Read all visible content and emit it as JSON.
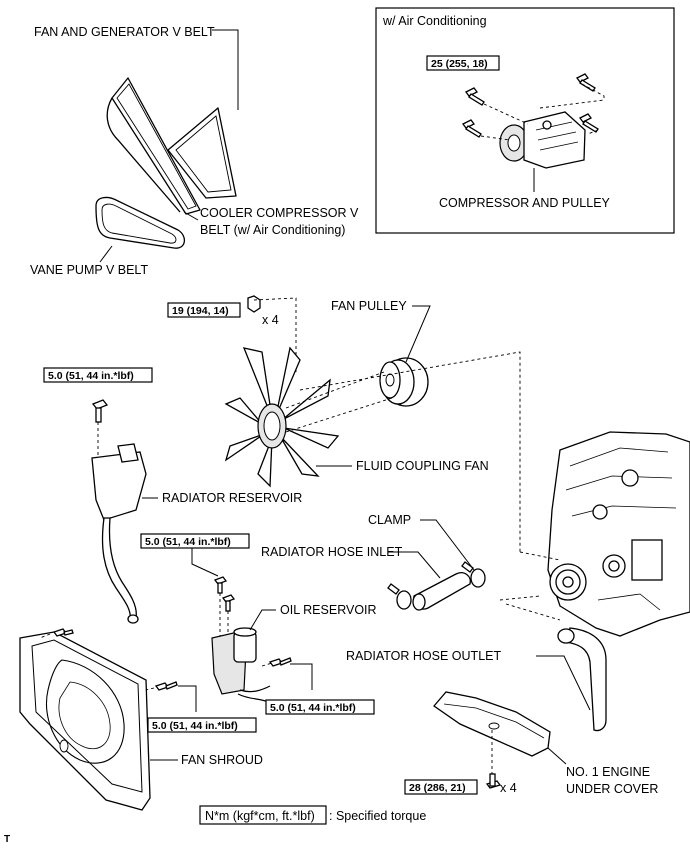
{
  "labels": {
    "fan_gen_belt": "FAN AND GENERATOR V BELT",
    "cooler_belt_1": "COOLER COMPRESSOR V",
    "cooler_belt_2": "BELT (w/ Air Conditioning)",
    "vane_pump_belt": "VANE PUMP V BELT",
    "ac_title": "w/ Air Conditioning",
    "compressor": "COMPRESSOR AND PULLEY",
    "fan_pulley": "FAN PULLEY",
    "fluid_fan": "FLUID COUPLING FAN",
    "reservoir": "RADIATOR RESERVOIR",
    "clamp": "CLAMP",
    "hose_inlet": "RADIATOR HOSE INLET",
    "oil_reservoir": "OIL RESERVOIR",
    "hose_outlet": "RADIATOR HOSE OUTLET",
    "fan_shroud": "FAN SHROUD",
    "under_cover_1": "NO. 1 ENGINE",
    "under_cover_2": "UNDER COVER",
    "corner_mark": "T"
  },
  "torques": {
    "compressor": "25 (255, 18)",
    "fan_pulley": "19 (194, 14)",
    "reservoir": "5.0 (51, 44 in.*lbf)",
    "oil_reservoir_top": "5.0 (51, 44 in.*lbf)",
    "oil_reservoir_side": "5.0 (51, 44 in.*lbf)",
    "shroud": "5.0 (51, 44 in.*lbf)",
    "under_cover": "28 (286, 21)"
  },
  "quantities": {
    "fan_pulley": "x 4",
    "under_cover": "x 4"
  },
  "legend": {
    "unit": "N*m (kgf*cm, ft.*lbf)",
    "text": ": Specified torque"
  }
}
